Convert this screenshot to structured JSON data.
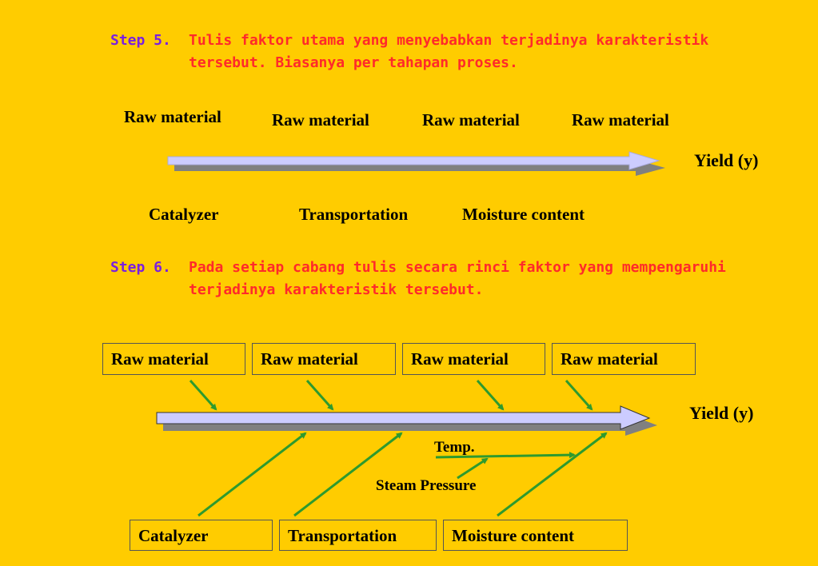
{
  "step5": {
    "number": "Step 5.",
    "text": "Tulis faktor utama yang menyebabkan terjadinya karakteristik\ntersebut. Biasanya per tahapan proses."
  },
  "diagram1": {
    "top_labels": [
      "Raw material",
      "Raw material",
      "Raw material",
      "Raw material"
    ],
    "bottom_labels": [
      "Catalyzer",
      "Transportation",
      "Moisture content"
    ],
    "effect": "Yield (y)"
  },
  "step6": {
    "number": "Step 6.",
    "text": "Pada setiap cabang tulis secara rinci faktor yang mempengaruhi\nterjadinya karakteristik tersebut."
  },
  "diagram2": {
    "top_boxes": [
      "Raw material",
      "Raw material",
      "Raw material",
      "Raw material"
    ],
    "bottom_boxes": [
      "Catalyzer",
      "Transportation",
      "Moisture content"
    ],
    "sub_causes": [
      "Temp.",
      "Steam Pressure"
    ],
    "effect": "Yield (y)"
  },
  "colors": {
    "background": "#FFCC00",
    "step_number": "#7A1FE0",
    "step_text": "#FF2A2A",
    "arrow_fill": "#CCCCFF",
    "arrow_shadow": "#808080",
    "branch": "#2E9A2E"
  }
}
